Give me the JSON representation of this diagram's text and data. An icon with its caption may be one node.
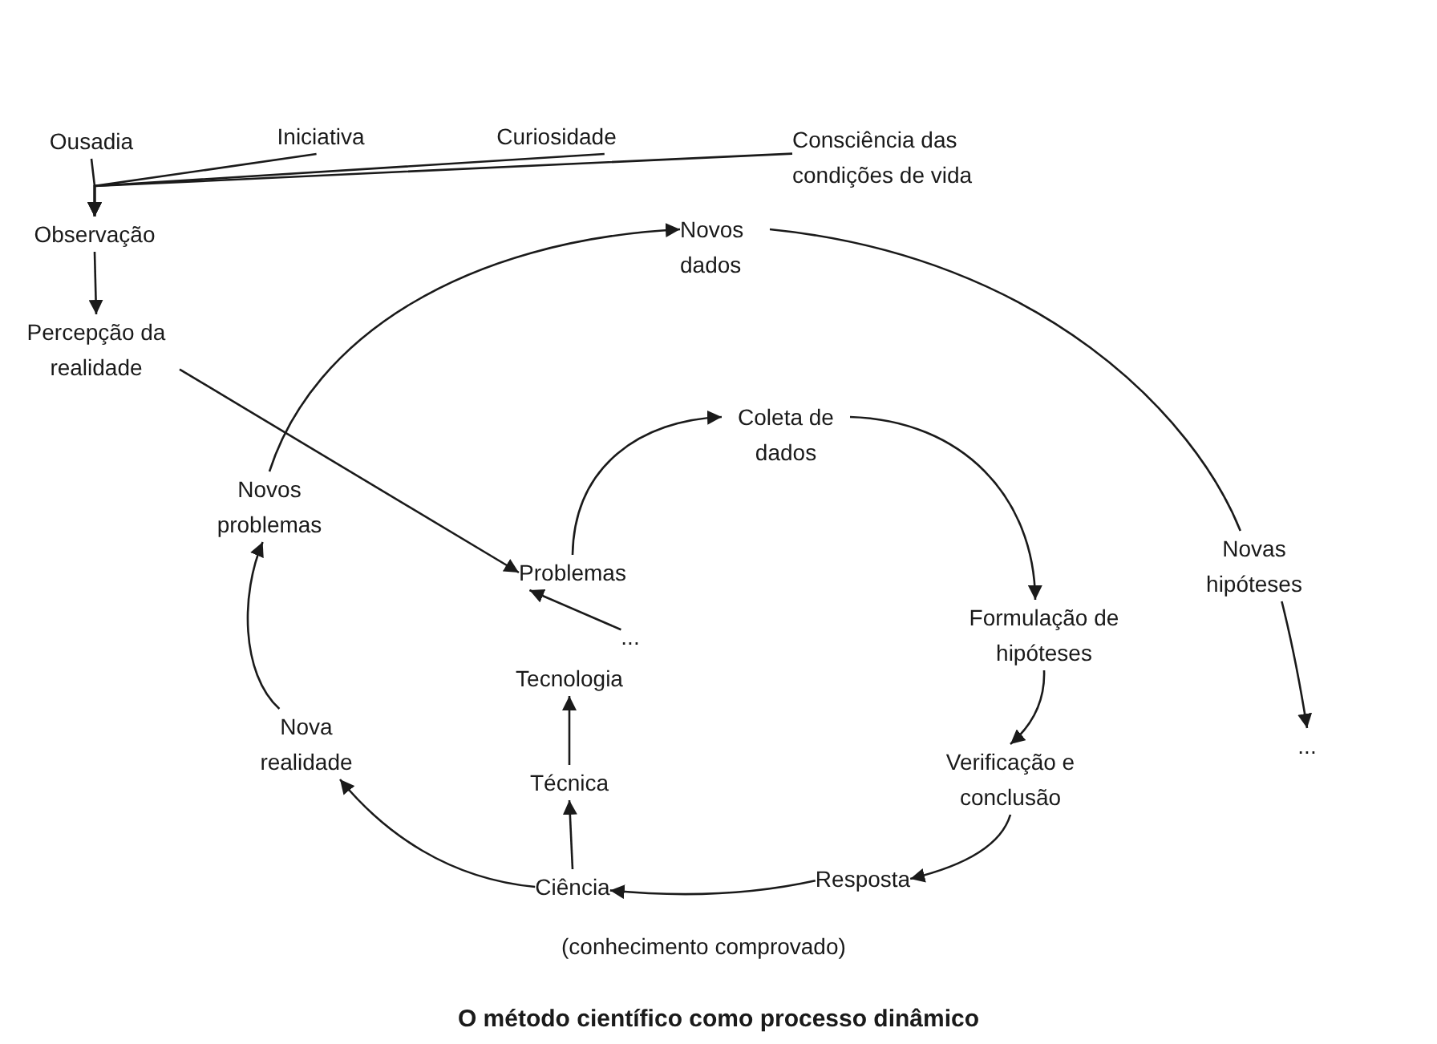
{
  "diagram": {
    "caption": "O método científico como processo dinâmico",
    "nodes": [
      {
        "text": [
          "Ousadia"
        ]
      },
      {
        "text": [
          "Iniciativa"
        ]
      },
      {
        "text": [
          "Curiosidade"
        ]
      },
      {
        "text": [
          "Consciência das condições de vida"
        ]
      },
      {
        "text": [
          "Observação"
        ]
      },
      {
        "text": [
          "Percepção da realidade"
        ]
      },
      {
        "text": [
          "Novos dados"
        ]
      },
      {
        "text": [
          "Novos problemas"
        ]
      },
      {
        "text": [
          "Coleta de dados"
        ]
      },
      {
        "text": [
          "Problemas"
        ]
      },
      {
        "text": [
          "..."
        ]
      },
      {
        "text": [
          "Formulação de hipóteses"
        ]
      },
      {
        "text": [
          "Novas hipóteses"
        ]
      },
      {
        "text": [
          "Tecnologia"
        ]
      },
      {
        "text": [
          "Nova realidade"
        ]
      },
      {
        "text": [
          "Técnica"
        ]
      },
      {
        "text": [
          "Verificação e conclusão"
        ]
      },
      {
        "text": [
          "..."
        ]
      },
      {
        "text": [
          "Ciência"
        ]
      },
      {
        "text": [
          "Resposta"
        ]
      }
    ],
    "edges": [
      {
        "from": 0,
        "to": 4,
        "arrow": "to"
      },
      {
        "from": 1,
        "to": 4,
        "arrow": "to"
      },
      {
        "from": 2,
        "to": 4,
        "arrow": "to"
      },
      {
        "from": 3,
        "to": 4,
        "arrow": "to"
      },
      {
        "from": 4,
        "to": 5,
        "arrow": "to"
      },
      {
        "from": 5,
        "to": 9,
        "arrow": "to"
      },
      {
        "from": 7,
        "to": 6,
        "arrow": "to"
      },
      {
        "from": 6,
        "to": 12,
        "arrow": "none"
      },
      {
        "from": 12,
        "to": 17,
        "arrow": "to"
      },
      {
        "from": 9,
        "to": 8,
        "arrow": "to"
      },
      {
        "from": 8,
        "to": 11,
        "arrow": "to"
      },
      {
        "from": 11,
        "to": 16,
        "arrow": "to"
      },
      {
        "from": 16,
        "to": 19,
        "arrow": "to"
      },
      {
        "from": 19,
        "to": 18,
        "arrow": "to"
      },
      {
        "from": 18,
        "to": 15,
        "arrow": "to"
      },
      {
        "from": 15,
        "to": 13,
        "arrow": "to"
      },
      {
        "from": 18,
        "to": 14,
        "arrow": "to"
      },
      {
        "from": 14,
        "to": 7,
        "arrow": "to"
      },
      {
        "from": 10,
        "to": 9,
        "arrow": "to"
      }
    ],
    "labels": [
      "(conhecimento comprovado)"
    ]
  }
}
